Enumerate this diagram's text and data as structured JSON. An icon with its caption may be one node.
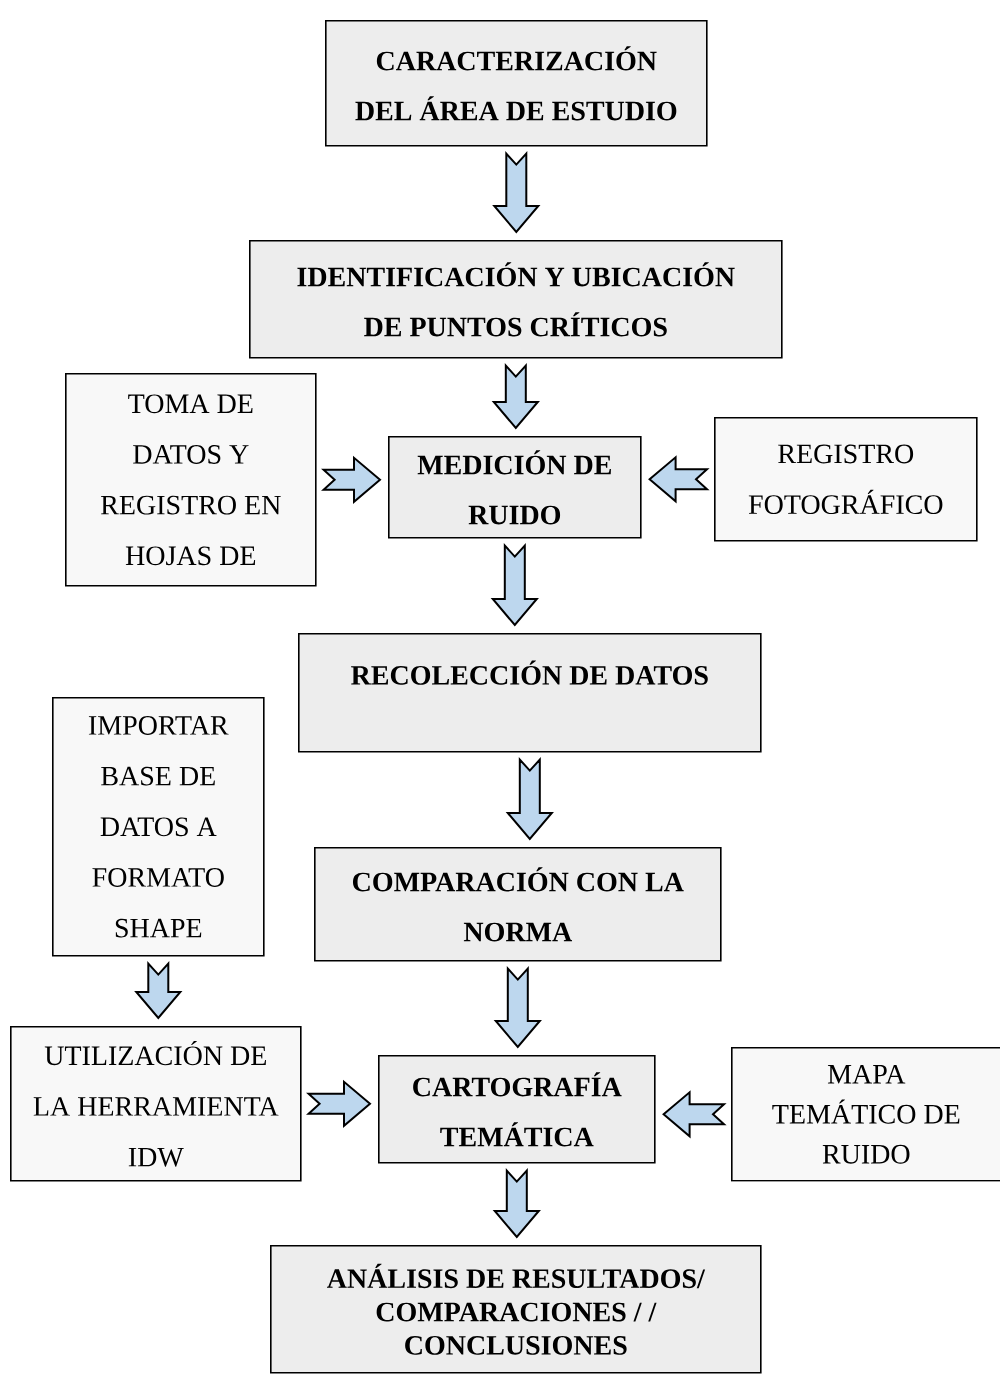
{
  "diagram": {
    "nodes": [
      {
        "text": [
          "CARACTERIZACIÓN DEL ÁREA DE ESTUDIO"
        ]
      },
      {
        "text": [
          "IDENTIFICACIÓN Y UBICACIÓN DE PUNTOS CRÍTICOS"
        ]
      },
      {
        "text": [
          "TOMA DE DATOS Y REGISTRO EN HOJAS DE"
        ]
      },
      {
        "text": [
          "MEDICIÓN DE RUIDO"
        ]
      },
      {
        "text": [
          "REGISTRO FOTOGRÁFICO"
        ]
      },
      {
        "text": [
          "RECOLECCIÓN DE DATOS"
        ]
      },
      {
        "text": [
          "IMPORTAR BASE DE DATOS A FORMATO SHAPE"
        ]
      },
      {
        "text": [
          "COMPARACIÓN CON LA NORMA"
        ]
      },
      {
        "text": [
          "UTILIZACIÓN DE LA HERRAMIENTA IDW"
        ]
      },
      {
        "text": [
          "CARTOGRAFÍA TEMÁTICA"
        ]
      },
      {
        "text": [
          "MAPA TEMÁTICO DE RUIDO"
        ]
      },
      {
        "text": [
          "ANÁLISIS DE RESULTADOS/ COMPARACIONES / / CONCLUSIONES"
        ]
      }
    ],
    "edges": [
      {
        "from": 0,
        "to": 1,
        "arrow": "to"
      },
      {
        "from": 1,
        "to": 3,
        "arrow": "to"
      },
      {
        "from": 2,
        "to": 3,
        "arrow": "to"
      },
      {
        "from": 4,
        "to": 3,
        "arrow": "to"
      },
      {
        "from": 3,
        "to": 5,
        "arrow": "to"
      },
      {
        "from": 5,
        "to": 7,
        "arrow": "to"
      },
      {
        "from": 6,
        "to": 8,
        "arrow": "to"
      },
      {
        "from": 7,
        "to": 9,
        "arrow": "to"
      },
      {
        "from": 8,
        "to": 9,
        "arrow": "to"
      },
      {
        "from": 10,
        "to": 9,
        "arrow": "to"
      },
      {
        "from": 9,
        "to": 11,
        "arrow": "to"
      }
    ]
  }
}
